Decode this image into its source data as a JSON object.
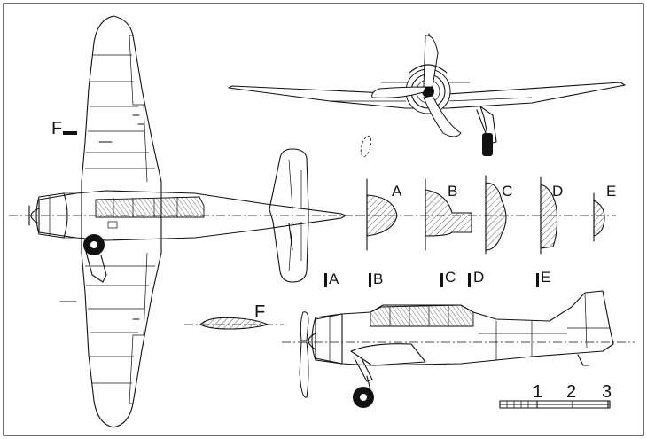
{
  "labels": {
    "section_f_marker": "F",
    "section_f": "F",
    "section_a": "A",
    "section_b": "B",
    "section_c": "C",
    "section_d": "D",
    "section_e": "E",
    "cut_a": "A",
    "cut_b": "B",
    "cut_c": "C",
    "cut_d": "D",
    "cut_e": "E"
  },
  "scale_bar": {
    "tick_1": "1",
    "tick_2": "2",
    "tick_3": "3"
  },
  "colors": {
    "ink": "#111111",
    "paper": "#ffffff"
  }
}
